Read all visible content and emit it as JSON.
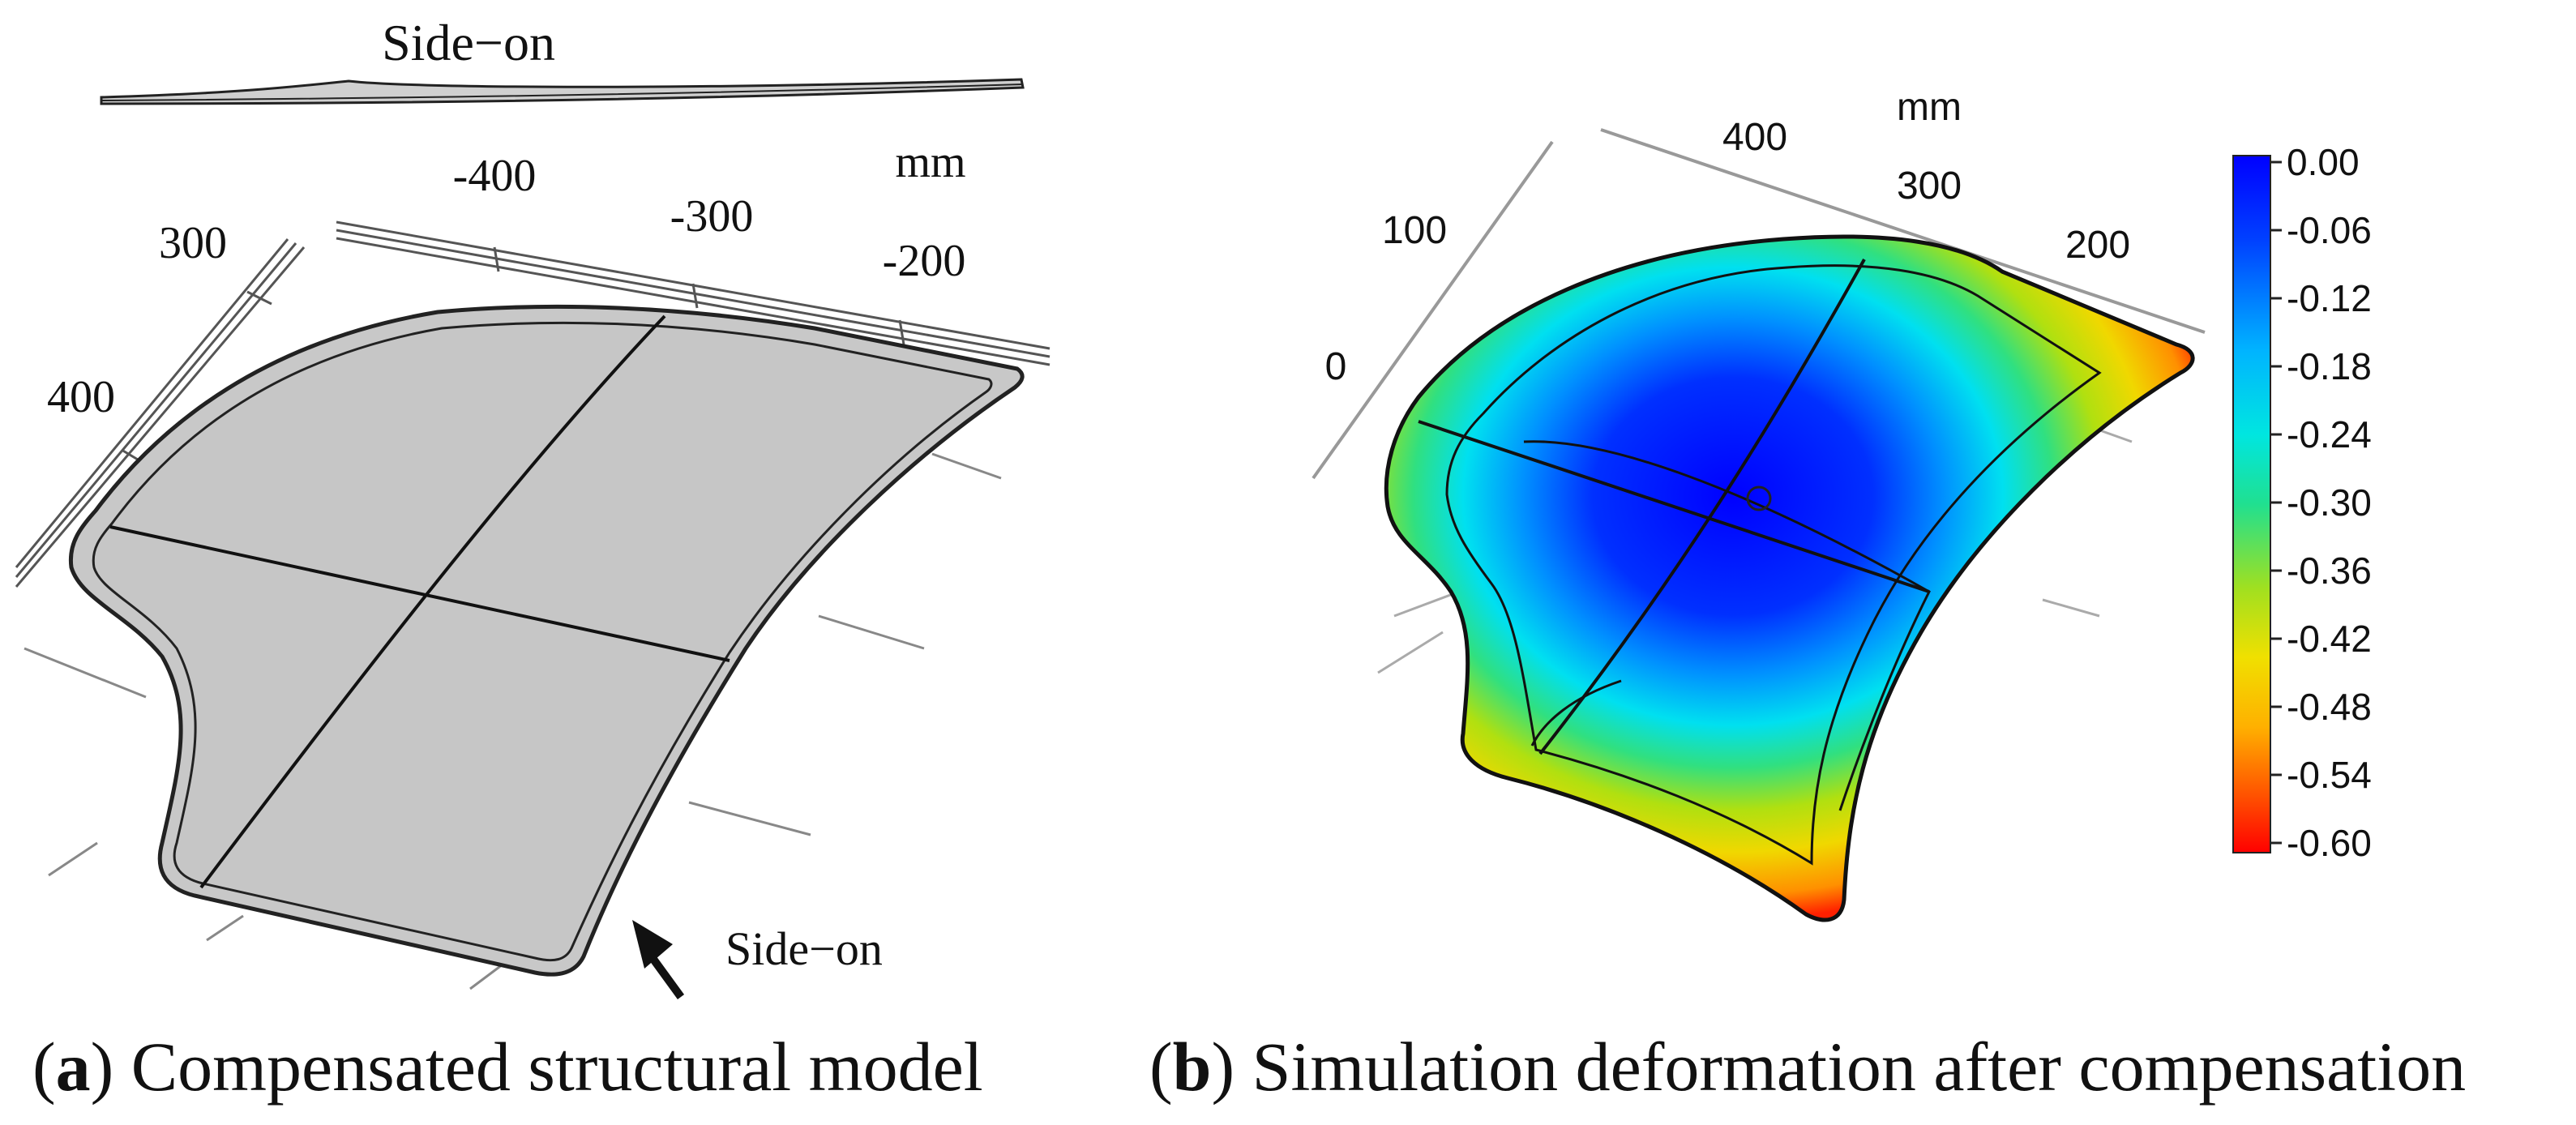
{
  "panel_a": {
    "side_on_top": "Side−on",
    "side_on_arrow": "Side−on",
    "unit": "mm",
    "x_ticks": [
      "-400",
      "-300",
      "-200"
    ],
    "y_ticks": [
      "300",
      "400"
    ],
    "caption_letter": "a",
    "caption_text": " Compensated structural model",
    "surface_color": "#c8c8c8"
  },
  "panel_b": {
    "unit": "mm",
    "top_ticks": [
      "400",
      "300",
      "200"
    ],
    "left_ticks": [
      "100",
      "0"
    ],
    "caption_letter": "b",
    "caption_text": " Simulation deformation after compensation",
    "colorbar": {
      "labels": [
        "0.00",
        "-0.06",
        "-0.12",
        "-0.18",
        "-0.24",
        "-0.30",
        "-0.36",
        "-0.42",
        "-0.48",
        "-0.54",
        "-0.60"
      ],
      "min": -0.6,
      "max": 0.0,
      "colors": [
        "#0000ff",
        "#0050ff",
        "#00b4ff",
        "#00e6e6",
        "#20e090",
        "#90e020",
        "#f0e000",
        "#ffb000",
        "#ff6000",
        "#ff0000"
      ]
    }
  }
}
